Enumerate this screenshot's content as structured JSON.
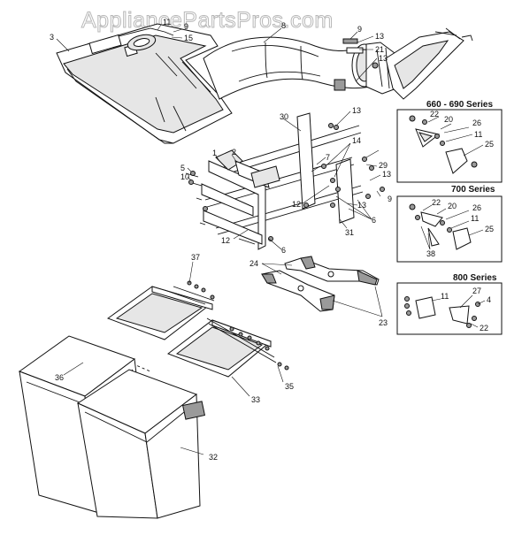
{
  "watermark": "AppliancePartsPros.com",
  "insets": [
    {
      "title": "660 - 690 Series",
      "callouts": [
        "22",
        "20",
        "26",
        "11",
        "25"
      ]
    },
    {
      "title": "700 Series",
      "callouts": [
        "22",
        "20",
        "26",
        "11",
        "25",
        "38"
      ]
    },
    {
      "title": "800 Series",
      "callouts": [
        "27",
        "11",
        "4",
        "22"
      ]
    }
  ],
  "callouts": {
    "c3": "3",
    "c11a": "11",
    "c9a": "9",
    "c15": "15",
    "c8": "8",
    "c9b": "9",
    "c13a": "13",
    "c21": "21",
    "c13b": "13",
    "c13c": "13",
    "c30": "30",
    "c14": "14",
    "c1": "1",
    "c2": "2",
    "c5": "5",
    "c10": "10",
    "c7": "7",
    "c29": "29",
    "c13d": "13",
    "c9c": "9",
    "c12a": "12",
    "c13e": "13",
    "c6a": "6",
    "c31": "31",
    "c12b": "12",
    "c6b": "6",
    "c24": "24",
    "c37": "37",
    "c23": "23",
    "c36": "36",
    "c35": "35",
    "c33": "33",
    "c32": "32"
  }
}
